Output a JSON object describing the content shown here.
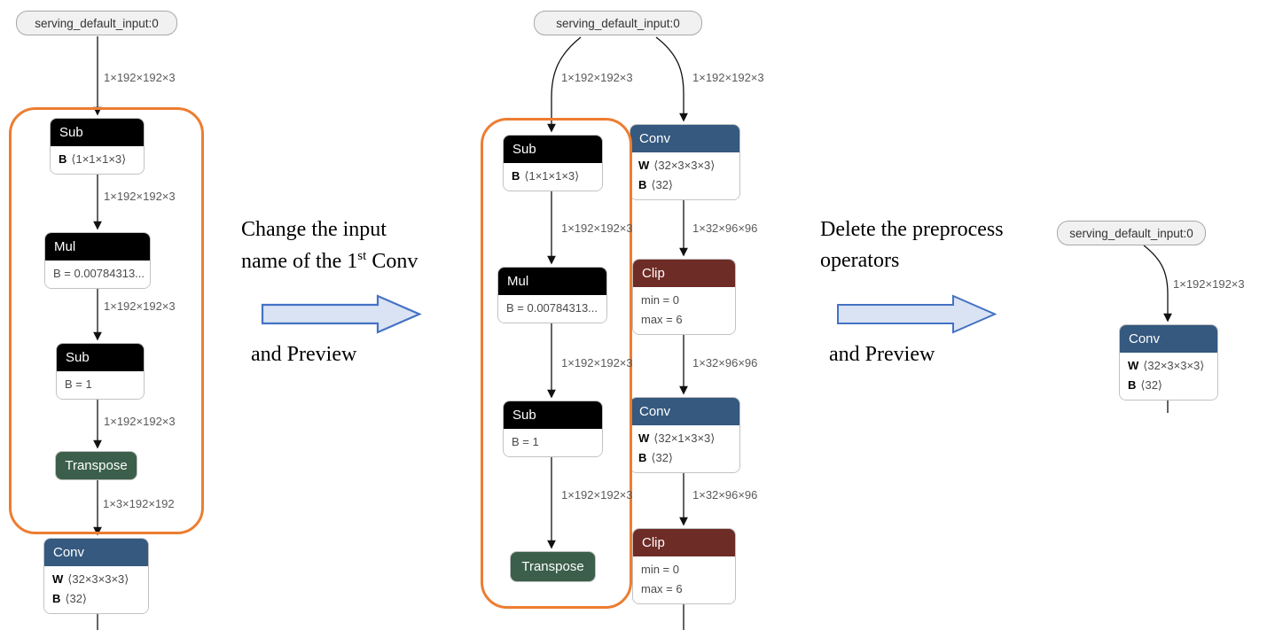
{
  "colors": {
    "highlight_orange": "#ED7D31",
    "conv_header_blue": "#35597f",
    "clip_header_red": "#6e2c26",
    "transpose_green": "#3b5f4a",
    "op_header_black": "#000000",
    "block_arrow_fill": "#dae3f3",
    "block_arrow_stroke": "#4472c4",
    "edge_label_gray": "#5a5a5a"
  },
  "left": {
    "input": "serving_default_input:0",
    "e1": "1×192×192×3",
    "e2": "1×192×192×3",
    "e3": "1×192×192×3",
    "e4": "1×192×192×3",
    "e5": "1×3×192×192",
    "sub1": {
      "title": "Sub",
      "l1b": "B",
      "l1": "⟨1×1×1×3⟩"
    },
    "mul": {
      "title": "Mul",
      "l1": "B = 0.00784313..."
    },
    "sub2": {
      "title": "Sub",
      "l1": "B = 1"
    },
    "transpose": {
      "title": "Transpose"
    },
    "conv": {
      "title": "Conv",
      "l1b": "W",
      "l1": "⟨32×3×3×3⟩",
      "l2b": "B",
      "l2": "⟨32⟩"
    }
  },
  "mid": {
    "input": "serving_default_input:0",
    "eL0": "1×192×192×3",
    "eR0": "1×192×192×3",
    "eL1": "1×192×192×3",
    "eR1": "1×32×96×96",
    "eL2": "1×192×192×3",
    "eR2": "1×32×96×96",
    "eL3": "1×192×192×3",
    "eR3": "1×32×96×96",
    "sub1": {
      "title": "Sub",
      "l1b": "B",
      "l1": "⟨1×1×1×3⟩"
    },
    "conv1": {
      "title": "Conv",
      "l1b": "W",
      "l1": "⟨32×3×3×3⟩",
      "l2b": "B",
      "l2": "⟨32⟩"
    },
    "mul": {
      "title": "Mul",
      "l1": "B = 0.00784313..."
    },
    "clip1": {
      "title": "Clip",
      "l1": "min = 0",
      "l2": "max = 6"
    },
    "sub2": {
      "title": "Sub",
      "l1": "B = 1"
    },
    "conv2": {
      "title": "Conv",
      "l1b": "W",
      "l1": "⟨32×1×3×3⟩",
      "l2b": "B",
      "l2": "⟨32⟩"
    },
    "transpose": {
      "title": "Transpose"
    },
    "clip2": {
      "title": "Clip",
      "l1": "min = 0",
      "l2": "max = 6"
    }
  },
  "right": {
    "input": "serving_default_input:0",
    "e1": "1×192×192×3",
    "conv": {
      "title": "Conv",
      "l1b": "W",
      "l1": "⟨32×3×3×3⟩",
      "l2b": "B",
      "l2": "⟨32⟩"
    }
  },
  "annotations": {
    "t1": {
      "line1": "Change the input",
      "line2a": "name of the 1",
      "line2sup": "st",
      "line2b": " Conv",
      "line3": "and Preview"
    },
    "t2": {
      "line1": "Delete the preprocess",
      "line2": "operators",
      "line3": "and Preview"
    }
  }
}
